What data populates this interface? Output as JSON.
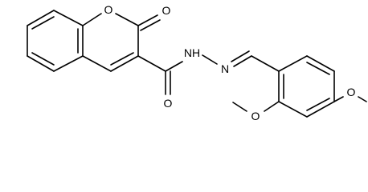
{
  "molecule": {
    "atoms": {
      "ring_oxygen": "O",
      "carbonyl_oxygen_lactone": "O",
      "amide_oxygen": "O",
      "hydrazide_nh": "NH",
      "hydrazone_n": "N",
      "methoxy_oxygen_ortho": "O",
      "methoxy_oxygen_para": "O"
    }
  }
}
